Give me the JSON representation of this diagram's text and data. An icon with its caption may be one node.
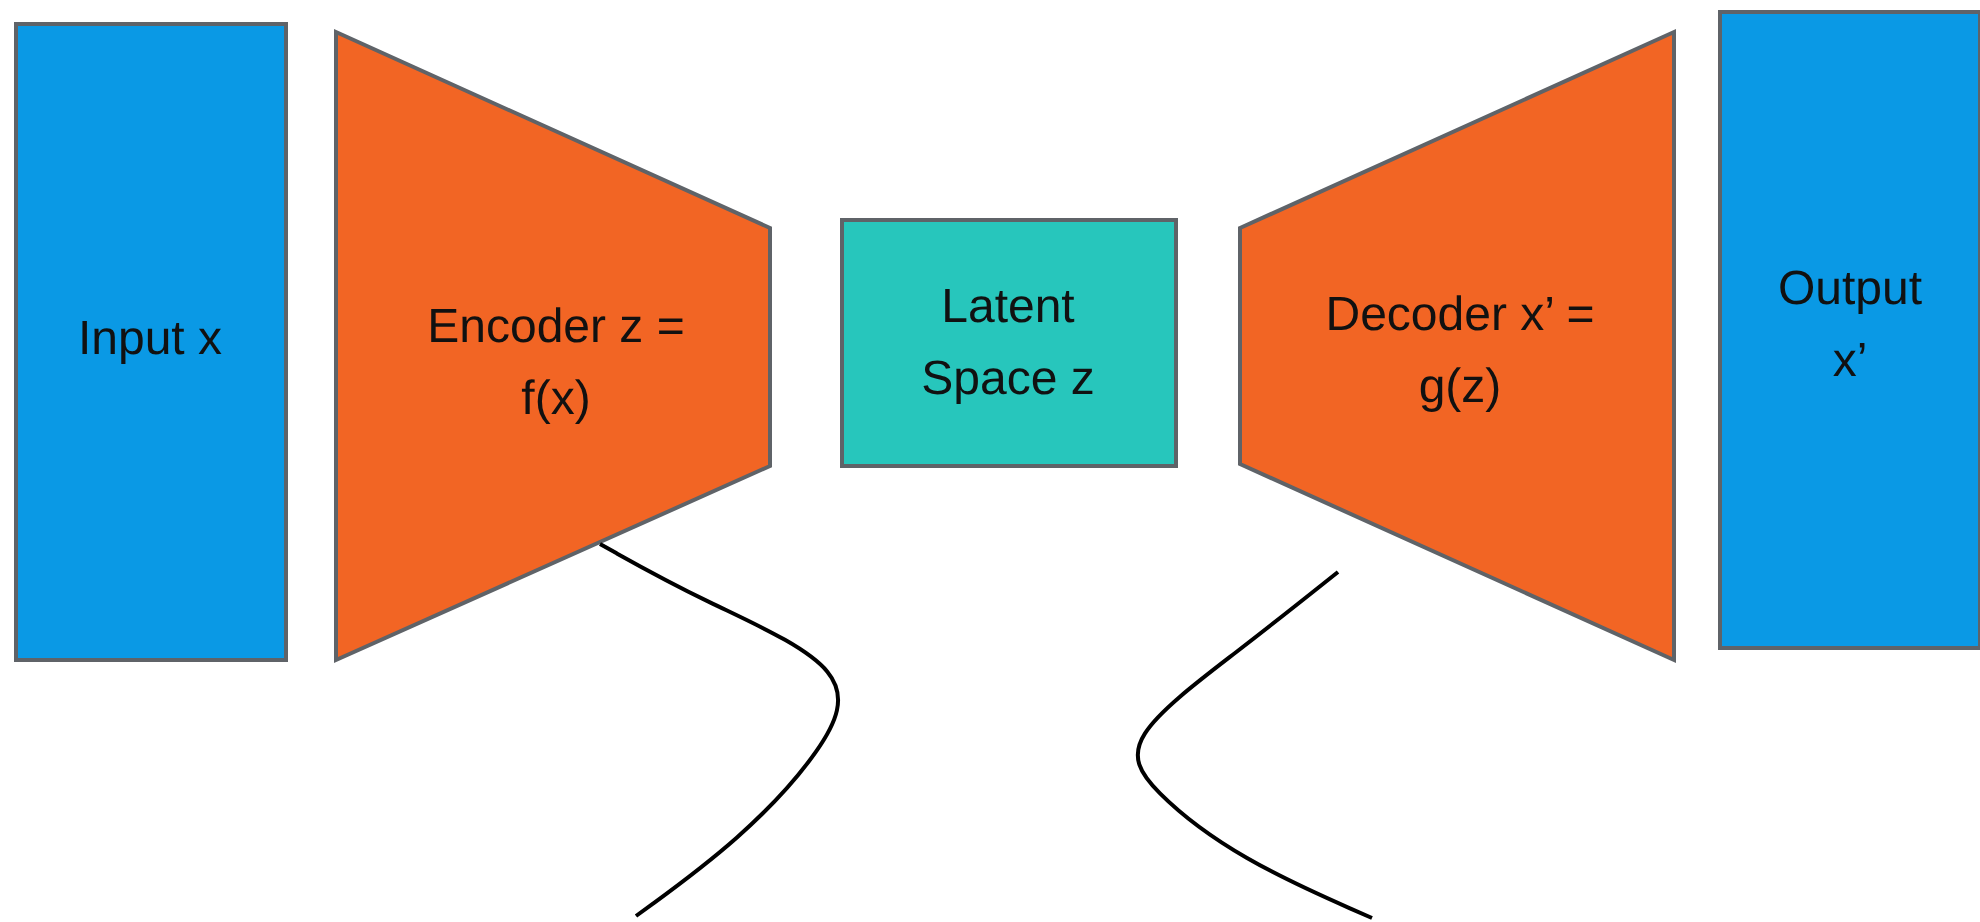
{
  "diagram": {
    "nodes": [
      {
        "text": [
          "Input x"
        ]
      },
      {
        "text": [
          "Encoder z = f(x)"
        ]
      },
      {
        "text": [
          "Latent Space z"
        ]
      },
      {
        "text": [
          "Decoder x’ = g(z)"
        ]
      },
      {
        "text": [
          "Output x’"
        ]
      }
    ],
    "edges": [
      {
        "from": 1,
        "to": null,
        "arrow": "none"
      },
      {
        "from": 3,
        "to": null,
        "arrow": "none"
      }
    ]
  }
}
